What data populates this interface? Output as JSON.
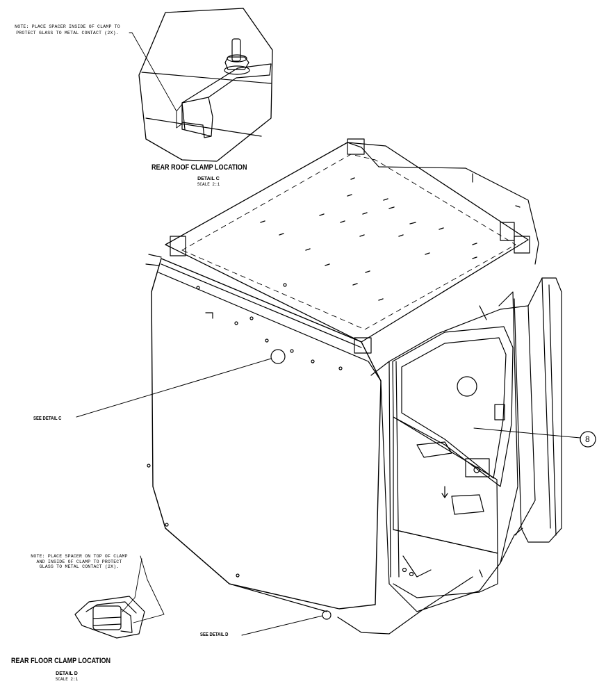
{
  "detail_c": {
    "note_line1": "NOTE: PLACE SPACER INSIDE OF CLAMP TO",
    "note_line2": "PROTECT GLASS TO METAL CONTACT (2X).",
    "title": "REAR ROOF CLAMP LOCATION",
    "detail_label": "DETAIL C",
    "scale": "SCALE 2:1"
  },
  "detail_d": {
    "note_line1": "NOTE: PLACE SPACER ON TOP OF CLAMP",
    "note_line2": "AND INSIDE OF CLAMP TO PROTECT",
    "note_line3": "GLASS TO METAL CONTACT (2X).",
    "title": "REAR FLOOR CLAMP LOCATION",
    "detail_label": "DETAIL D",
    "scale": "SCALE 2:1"
  },
  "callouts": {
    "see_detail_c": "SEE DETAIL C",
    "see_detail_d": "SEE DETAIL D",
    "item_number": "8"
  }
}
